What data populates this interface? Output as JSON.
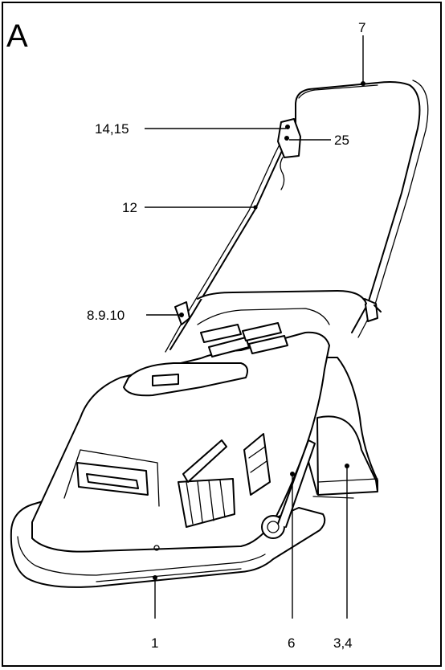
{
  "figure": {
    "letter": "A",
    "callouts": [
      {
        "id": "c7",
        "text": "7"
      },
      {
        "id": "c14",
        "text": "14,15"
      },
      {
        "id": "c25",
        "text": "25"
      },
      {
        "id": "c12",
        "text": "12"
      },
      {
        "id": "c8",
        "text": "8.9.10"
      },
      {
        "id": "c1",
        "text": "1"
      },
      {
        "id": "c6",
        "text": "6"
      },
      {
        "id": "c34",
        "text": "3,4"
      }
    ]
  }
}
